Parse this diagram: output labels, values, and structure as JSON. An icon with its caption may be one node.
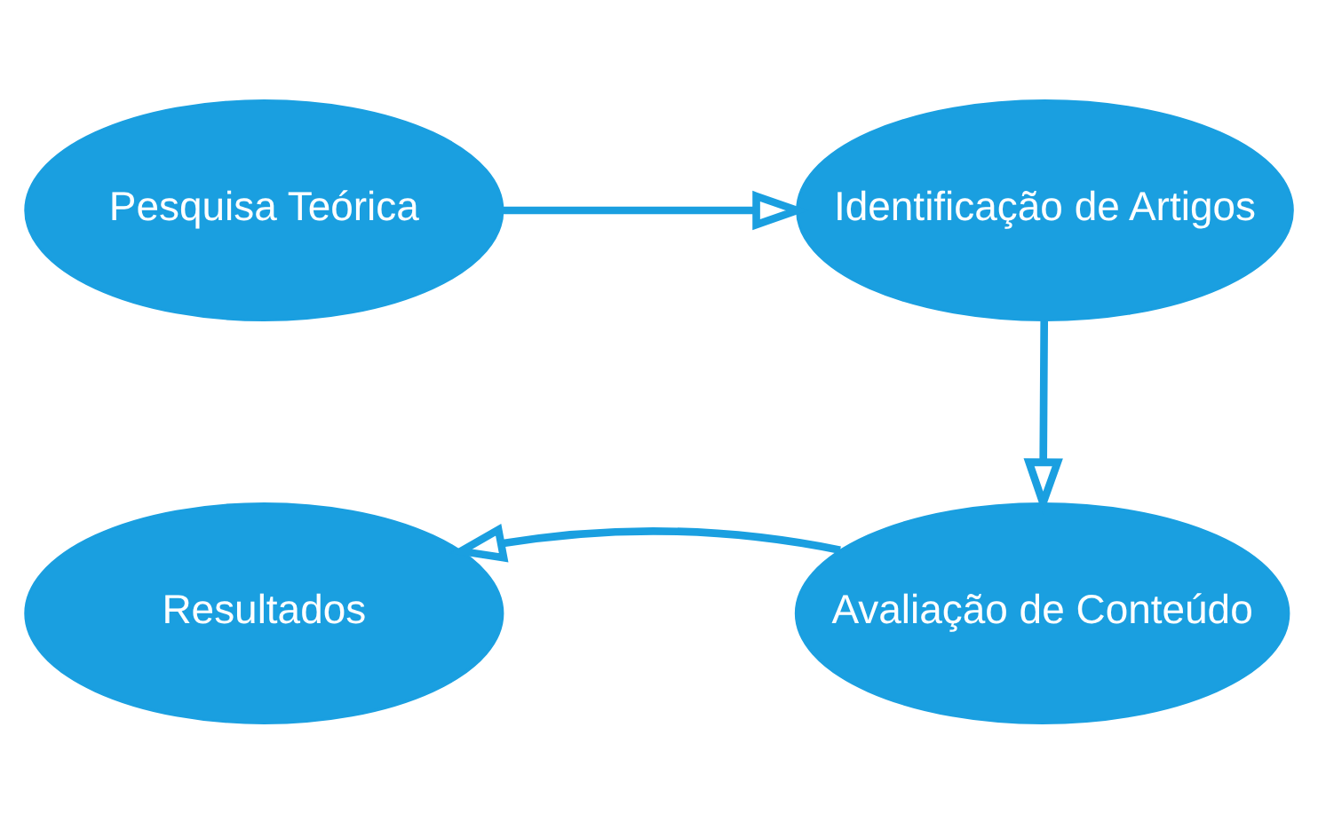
{
  "diagram": {
    "nodes": [
      {
        "text": [
          "Pesquisa Teórica"
        ]
      },
      {
        "text": [
          "Identificação de Artigos"
        ]
      },
      {
        "text": [
          "Avaliação de Conteúdo"
        ]
      },
      {
        "text": [
          "Resultados"
        ]
      }
    ],
    "edges": [
      {
        "from": 0,
        "to": 1,
        "arrow": "to"
      },
      {
        "from": 1,
        "to": 2,
        "arrow": "to"
      },
      {
        "from": 2,
        "to": 3,
        "arrow": "to"
      }
    ]
  }
}
